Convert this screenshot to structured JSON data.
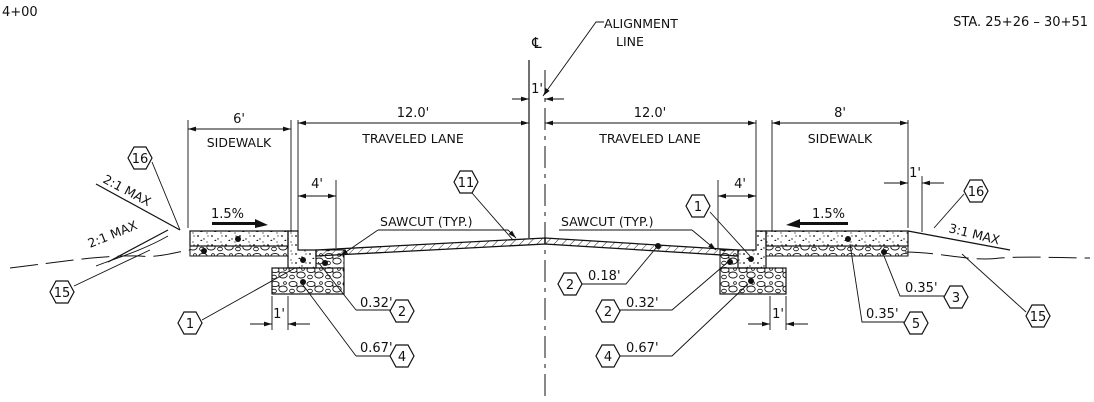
{
  "header": {
    "left_station": "4+00",
    "right_station": "STA. 25+26  –  30+51"
  },
  "centerline": {
    "symbol": "℄",
    "alignment_label_line1": "ALIGNMENT",
    "alignment_label_line2": "LINE",
    "offset_dim": "1'"
  },
  "left": {
    "sidewalk_width": "6'",
    "sidewalk_label": "SIDEWALK",
    "lane_width": "12.0'",
    "lane_label": "TRAVELED LANE",
    "gutter_dim": "4'",
    "sidewalk_slope": "1.5%",
    "backslope_upper": "2:1 MAX",
    "backslope_lower": "2:1 MAX",
    "sawcut": "SAWCUT (TYP.)",
    "base_offset": "1'",
    "dim_032": "0.32'",
    "dim_067": "0.67'",
    "tag_16": "16",
    "tag_15": "15",
    "tag_1": "1",
    "tag_2": "2",
    "tag_4": "4",
    "tag_11": "11"
  },
  "right": {
    "sidewalk_width": "8'",
    "sidewalk_label": "SIDEWALK",
    "lane_width": "12.0'",
    "lane_label": "TRAVELED LANE",
    "gutter_dim": "4'",
    "sidewalk_slope": "1.5%",
    "backslope": "3:1 MAX",
    "back_offset": "1'",
    "sawcut": "SAWCUT (TYP.)",
    "base_offset": "1'",
    "dim_018": "0.18'",
    "dim_032": "0.32'",
    "dim_067": "0.67'",
    "dim_035a": "0.35'",
    "dim_035b": "0.35'",
    "tag_16": "16",
    "tag_15": "15",
    "tag_1": "1",
    "tag_2a": "2",
    "tag_2b": "2",
    "tag_3": "3",
    "tag_4": "4",
    "tag_5": "5"
  }
}
